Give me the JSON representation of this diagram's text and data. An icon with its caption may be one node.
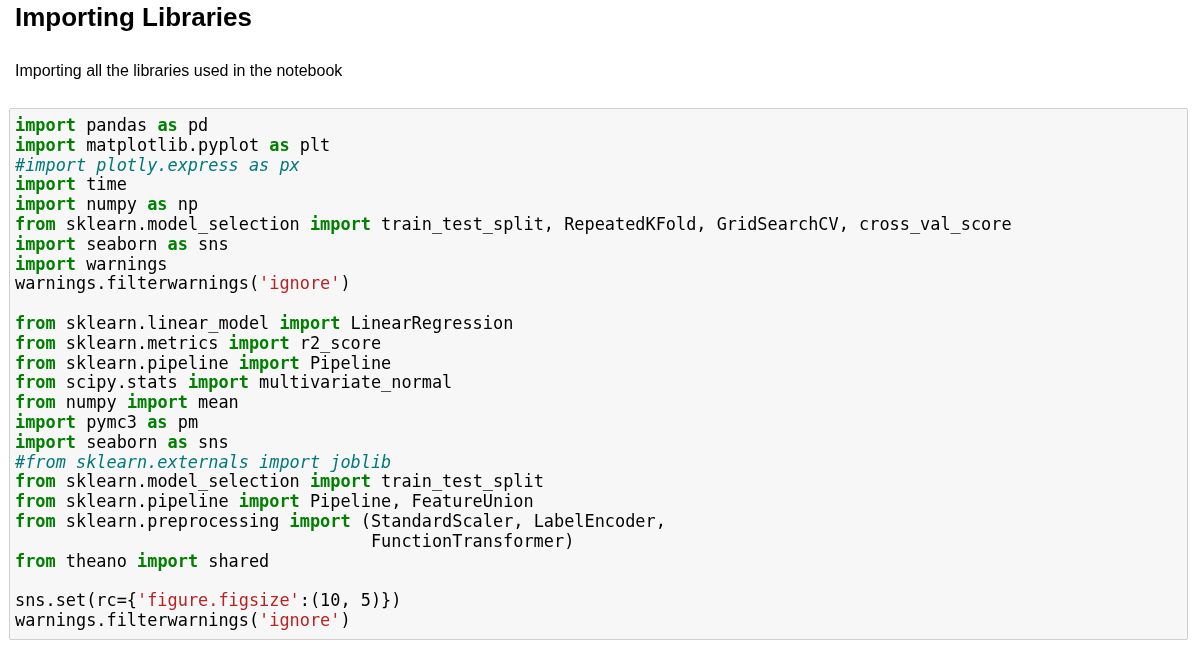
{
  "diagram": {
    "title": "Importing Libraries",
    "nodes": [
      {
        "text": [],
        "shape": "box"
      },
      {
        "in": 0,
        "text": [
          "**import** pandas **as** pd",
          "**import** matplotlib.pyplot **as** plt",
          "*#import plotly.express as px*",
          "**import** time",
          "**import** numpy **as** np",
          "**from** sklearn.model_selection **import** train_test_split, RepeatedKFold, GridSearchCV, cross_val_score",
          "**import** seaborn **as** sns",
          "**import** warnings",
          "warnings.filterwarnings('ignore')"
        ]
      },
      {
        "in": 0,
        "text": [
          "**from** sklearn.linear_model **import** LinearRegression",
          "**from** sklearn.metrics **import** r2_score",
          "**from** sklearn.pipeline **import** Pipeline",
          "**from** scipy.stats **import** multivariate_normal",
          "**from** numpy **import** mean",
          "**import** pymc3 **as** pm",
          "**import** seaborn **as** sns",
          "*#from sklearn.externals import joblib*",
          "**from** sklearn.model_selection **import** train_test_split",
          "**from** sklearn.pipeline **import** Pipeline, FeatureUnion",
          "**from** sklearn.preprocessing **import** (StandardScaler, LabelEncoder,",
          "                                   FunctionTransformer)",
          "**from** theano **import** shared"
        ]
      },
      {
        "in": 0,
        "text": [
          "sns.set(rc={'figure.figsize':(10, 5)})",
          "warnings.filterwarnings('ignore')"
        ]
      }
    ],
    "labels": [
      "Importing all the libraries used in the notebook"
    ]
  }
}
